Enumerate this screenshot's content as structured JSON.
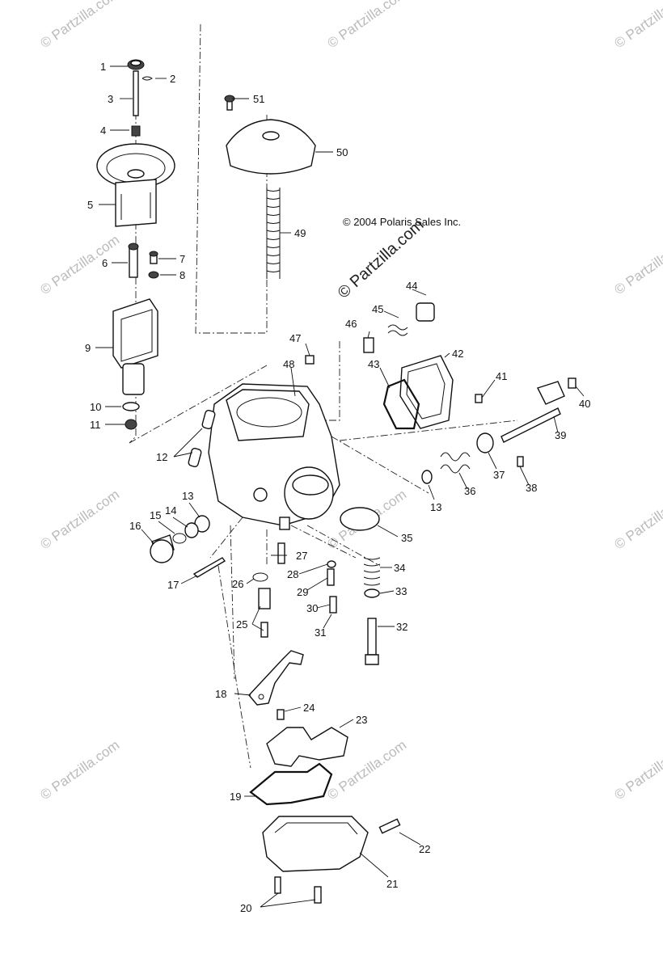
{
  "copyright": "© 2004 Polaris Sales Inc.",
  "watermark": "© Partzilla.com",
  "watermark_big": "© Partzilla.com",
  "labels": [
    "1",
    "2",
    "3",
    "4",
    "5",
    "6",
    "7",
    "8",
    "9",
    "10",
    "11",
    "12",
    "13",
    "13",
    "14",
    "15",
    "16",
    "17",
    "18",
    "19",
    "20",
    "21",
    "22",
    "23",
    "24",
    "25",
    "26",
    "27",
    "28",
    "29",
    "30",
    "31",
    "32",
    "33",
    "34",
    "35",
    "36",
    "37",
    "38",
    "39",
    "40",
    "41",
    "42",
    "43",
    "44",
    "45",
    "46",
    "47",
    "48",
    "49",
    "50",
    "51"
  ]
}
